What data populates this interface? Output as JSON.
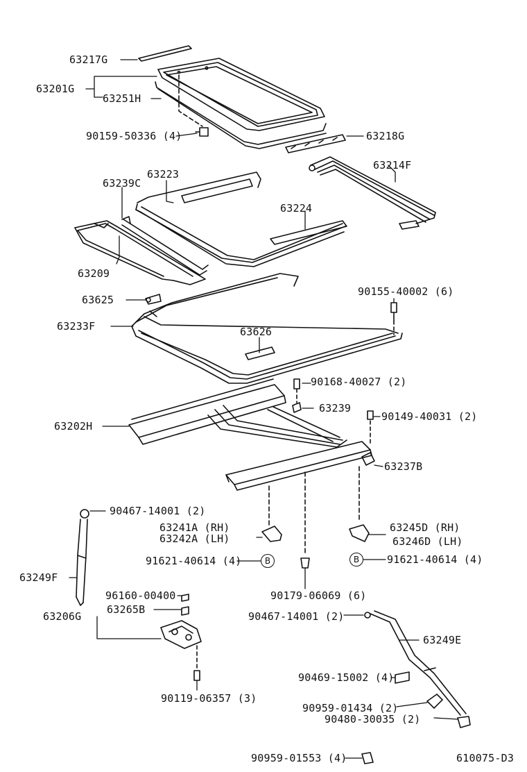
{
  "diagram_id": "610075-D3",
  "callouts": {
    "B_marker": "B"
  },
  "parts": {
    "p63217G": "63217G",
    "p63201G": "63201G",
    "p63251H": "63251H",
    "p90159": "90159-50336 (4)",
    "p63218G": "63218G",
    "p63223": "63223",
    "p63239C": "63239C",
    "p63214F": "63214F",
    "p63224": "63224",
    "p63209": "63209",
    "p63625": "63625",
    "p90155": "90155-40002 (6)",
    "p63233F": "63233F",
    "p63626": "63626",
    "p90168": "90168-40027 (2)",
    "p63239": "63239",
    "p63202H": "63202H",
    "p90149": "90149-40031 (2)",
    "p63237B": "63237B",
    "p90467a": "90467-14001 (2)",
    "p63241A": "63241A (RH)",
    "p63242A": "63242A (LH)",
    "p63245D": "63245D (RH)",
    "p63246D": "63246D (LH)",
    "p91621a": "91621-40614 (4)",
    "p91621b": "91621-40614 (4)",
    "p63249F": "63249F",
    "p90179": "90179-06069 (6)",
    "p96160": "96160-00400",
    "p63206G": "63206G",
    "p63265B": "63265B",
    "p90467b": "90467-14001 (2)",
    "p63249E": "63249E",
    "p90469": "90469-15002 (4)",
    "p90119": "90119-06357 (3)",
    "p90959a": "90959-01434 (2)",
    "p90480": "90480-30035 (2)",
    "p90959b": "90959-01553 (4)"
  }
}
